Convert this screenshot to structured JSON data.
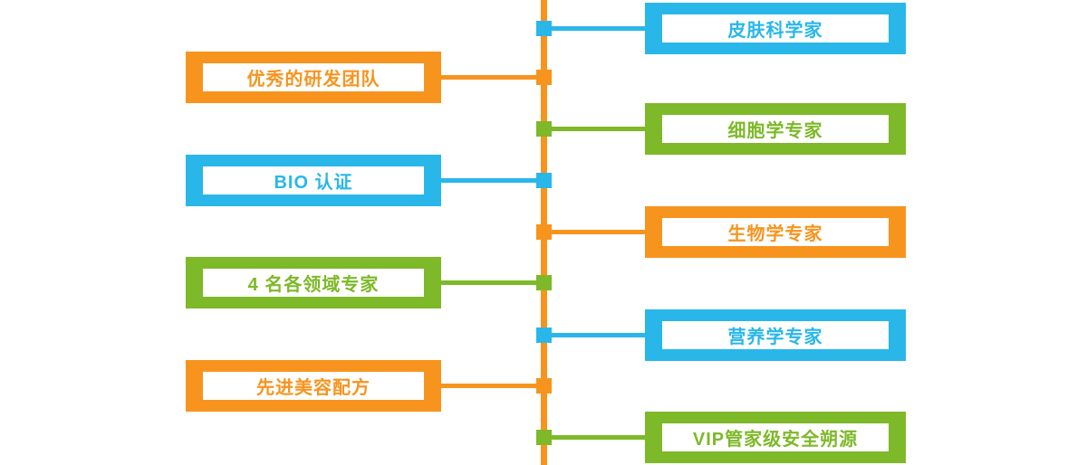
{
  "colors": {
    "orange": "#F7941E",
    "blue": "#29B7EA",
    "green": "#7DB928",
    "background": "#FFFFFF"
  },
  "diagram": {
    "title": "",
    "left_items": [
      {
        "label": "优秀的研发团队",
        "color": "orange"
      },
      {
        "label": "BIO 认证",
        "color": "blue"
      },
      {
        "label": "4 名各领域专家",
        "color": "green"
      },
      {
        "label": "先进美容配方",
        "color": "orange"
      }
    ],
    "right_items": [
      {
        "label": "皮肤科学家",
        "color": "blue"
      },
      {
        "label": "细胞学专家",
        "color": "green"
      },
      {
        "label": "生物学专家",
        "color": "orange"
      },
      {
        "label": "营养学专家",
        "color": "blue"
      },
      {
        "label": "VIP管家级安全朔源",
        "color": "green"
      }
    ]
  }
}
